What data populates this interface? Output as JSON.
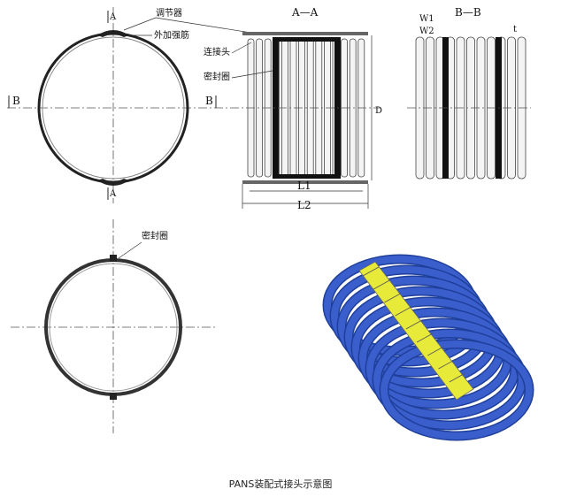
{
  "labels": {
    "section_a": "A",
    "section_b": "B",
    "title_aa": "A—A",
    "title_bb": "B—B",
    "adjuster": "调节器",
    "outer_reinforcement": "外加强筋",
    "connector": "连接头",
    "seal_ring": "密封圈",
    "seal_ring_lower": "密封圈",
    "dim_l1": "L1",
    "dim_l2": "L2",
    "dim_d": "D",
    "dim_w1": "W1",
    "dim_w2": "W2",
    "dim_t": "t"
  },
  "caption": "PANS装配式接头示意图",
  "colors": {
    "pipe_blue": "#3a5fcd",
    "clamp_yellow": "#e8ea3a",
    "seal_black": "#111111",
    "line": "#333333"
  }
}
